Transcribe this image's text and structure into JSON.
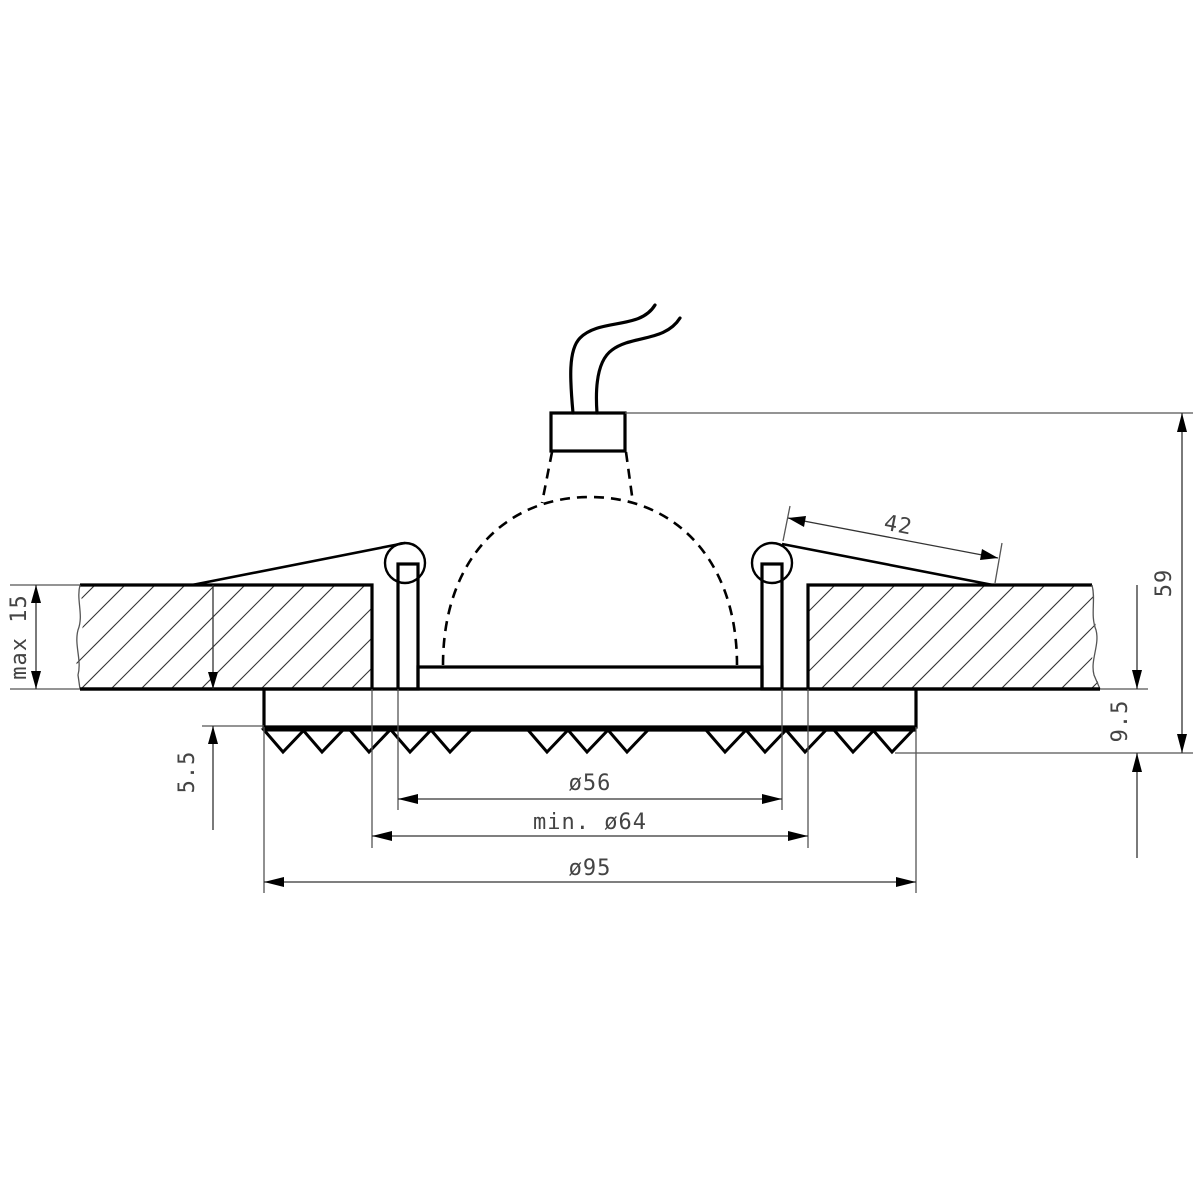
{
  "drawing": {
    "type": "technical-drawing",
    "subject": "recessed ceiling downlight with crystal trim, cross-section",
    "line_color": "#000000",
    "dimension_color": "#444444",
    "background": "#ffffff"
  },
  "dimensions": {
    "ceiling_thickness": {
      "label": "max 15",
      "value": 15,
      "prefix": "max"
    },
    "trim_height": {
      "label": "5.5",
      "value": 5.5
    },
    "total_height": {
      "label": "59",
      "value": 59
    },
    "below_ceiling": {
      "label": "9.5",
      "value": 9.5
    },
    "spring_length": {
      "label": "42",
      "value": 42
    },
    "inner_diameter": {
      "label": "ø56",
      "value": 56
    },
    "cutout_diameter": {
      "label": "min. ø64",
      "value": 64,
      "prefix": "min."
    },
    "outer_diameter": {
      "label": "ø95",
      "value": 95
    }
  },
  "parts": [
    "ceiling-panel-left",
    "ceiling-panel-right",
    "spring-clip-left",
    "spring-clip-right",
    "lamp-dome",
    "lamp-socket",
    "power-cable",
    "crystal-trim-ring",
    "mounting-plate"
  ]
}
